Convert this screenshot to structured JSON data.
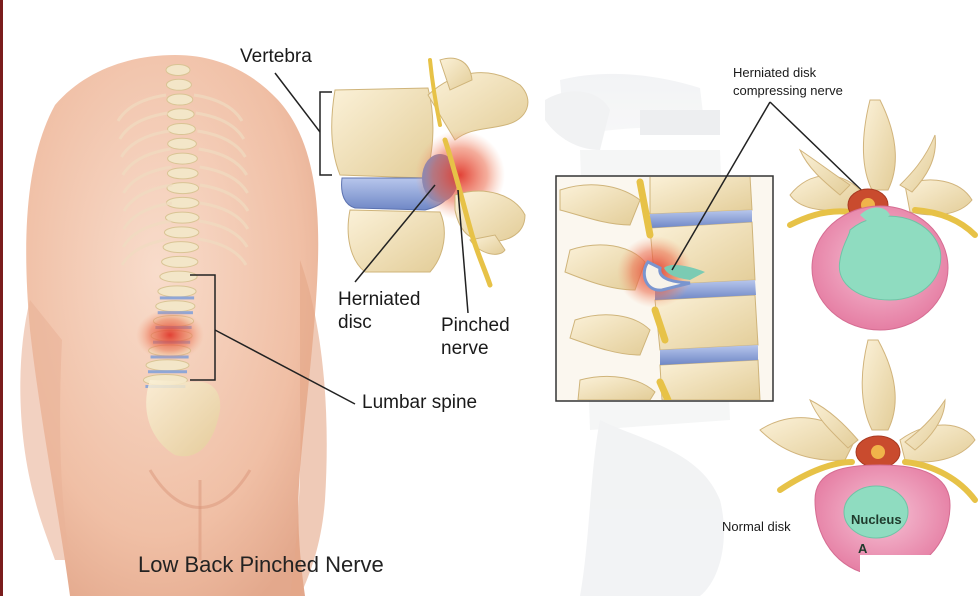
{
  "caption": "Low Back Pinched Nerve",
  "labels": {
    "vertebra": "Vertebra",
    "herniated_disc_l1": "Herniated",
    "herniated_disc_l2": "disc",
    "pinched_nerve_l1": "Pinched",
    "pinched_nerve_l2": "nerve",
    "lumbar_spine": "Lumbar spine",
    "herniated_disk_compressing_l1": "Herniated disk",
    "herniated_disk_compressing_l2": "compressing nerve",
    "normal_disk": "Normal disk",
    "nucleus": "Nucleus",
    "annulus_partial": "A"
  },
  "colors": {
    "skin": "#f3c9b2",
    "bone": "#f1e2bd",
    "disc_blue": "#8fa6d6",
    "inflammation": "#e0382c",
    "nerve": "#e7c247",
    "annulus_pink": "#ec8fb0",
    "nucleus_green": "#8fdcc0"
  }
}
